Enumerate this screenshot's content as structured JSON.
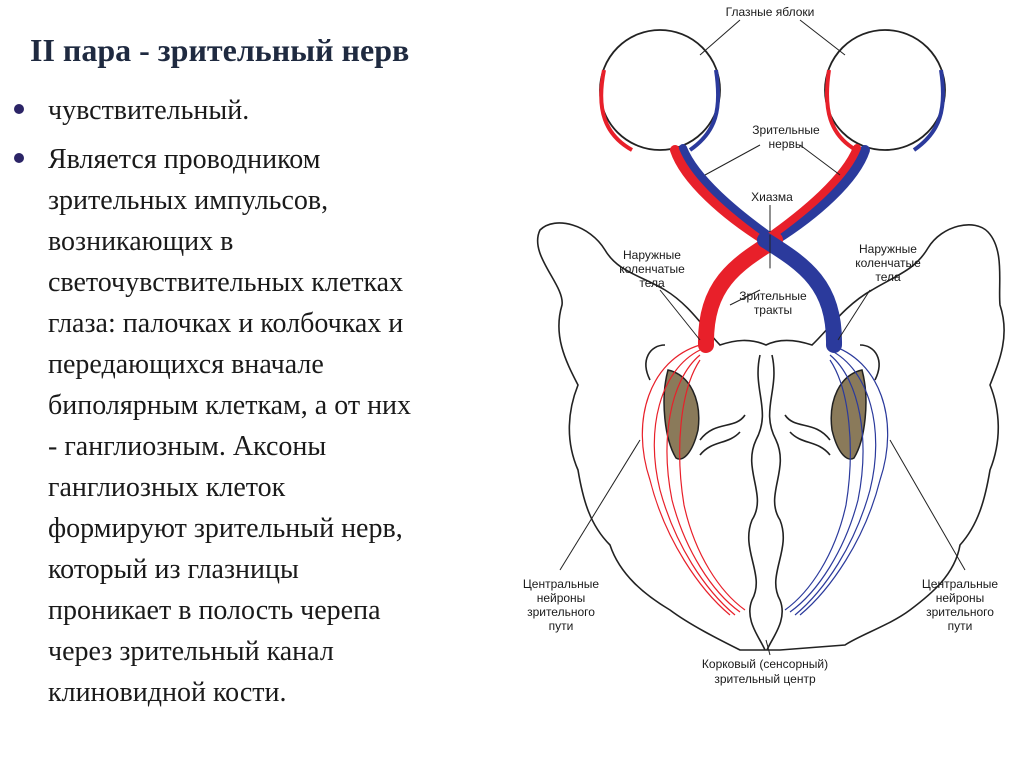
{
  "slide": {
    "title": "II пара - зрительный нерв",
    "bullets": [
      "чувствительный.",
      "Является проводником\nзрительных импульсов,\nвозникающих в\nсветочувствительных клетках\nглаза: палочках  и колбочках и\nпередающихся вначале\nбиполярным клеткам, а от них\n- ганглиозным. Аксоны\nганглиозных клеток\nформируют зрительный нерв,\nкоторый из глазницы\nпроникает в полость черепа\nчерез зрительный канал\nклиновидной кости."
    ]
  },
  "diagram": {
    "labels": {
      "eyeballs": "Глазные яблоки",
      "optic_nerves_1": "Зрительные",
      "optic_nerves_2": "нервы",
      "chiasm": "Хиазма",
      "lgb_left_1": "Наружные",
      "lgb_left_2": "коленчатые",
      "lgb_left_3": "тела",
      "lgb_right_1": "Наружные",
      "lgb_right_2": "коленчатые",
      "lgb_right_3": "тела",
      "optic_tracts_1": "Зрительные",
      "optic_tracts_2": "тракты",
      "central_left_1": "Центральные",
      "central_left_2": "нейроны",
      "central_left_3": "зрительного",
      "central_left_4": "пути",
      "central_right_1": "Центральные",
      "central_right_2": "нейроны",
      "central_right_3": "зрительного",
      "central_right_4": "пути",
      "cortex_1": "Корковый (сенсорный)",
      "cortex_2": "зрительный центр"
    },
    "colors": {
      "left_pathway": "#e8202a",
      "right_pathway": "#2b3a9c",
      "outline": "#222222",
      "striatum_fill": "#8a7a5a"
    }
  }
}
